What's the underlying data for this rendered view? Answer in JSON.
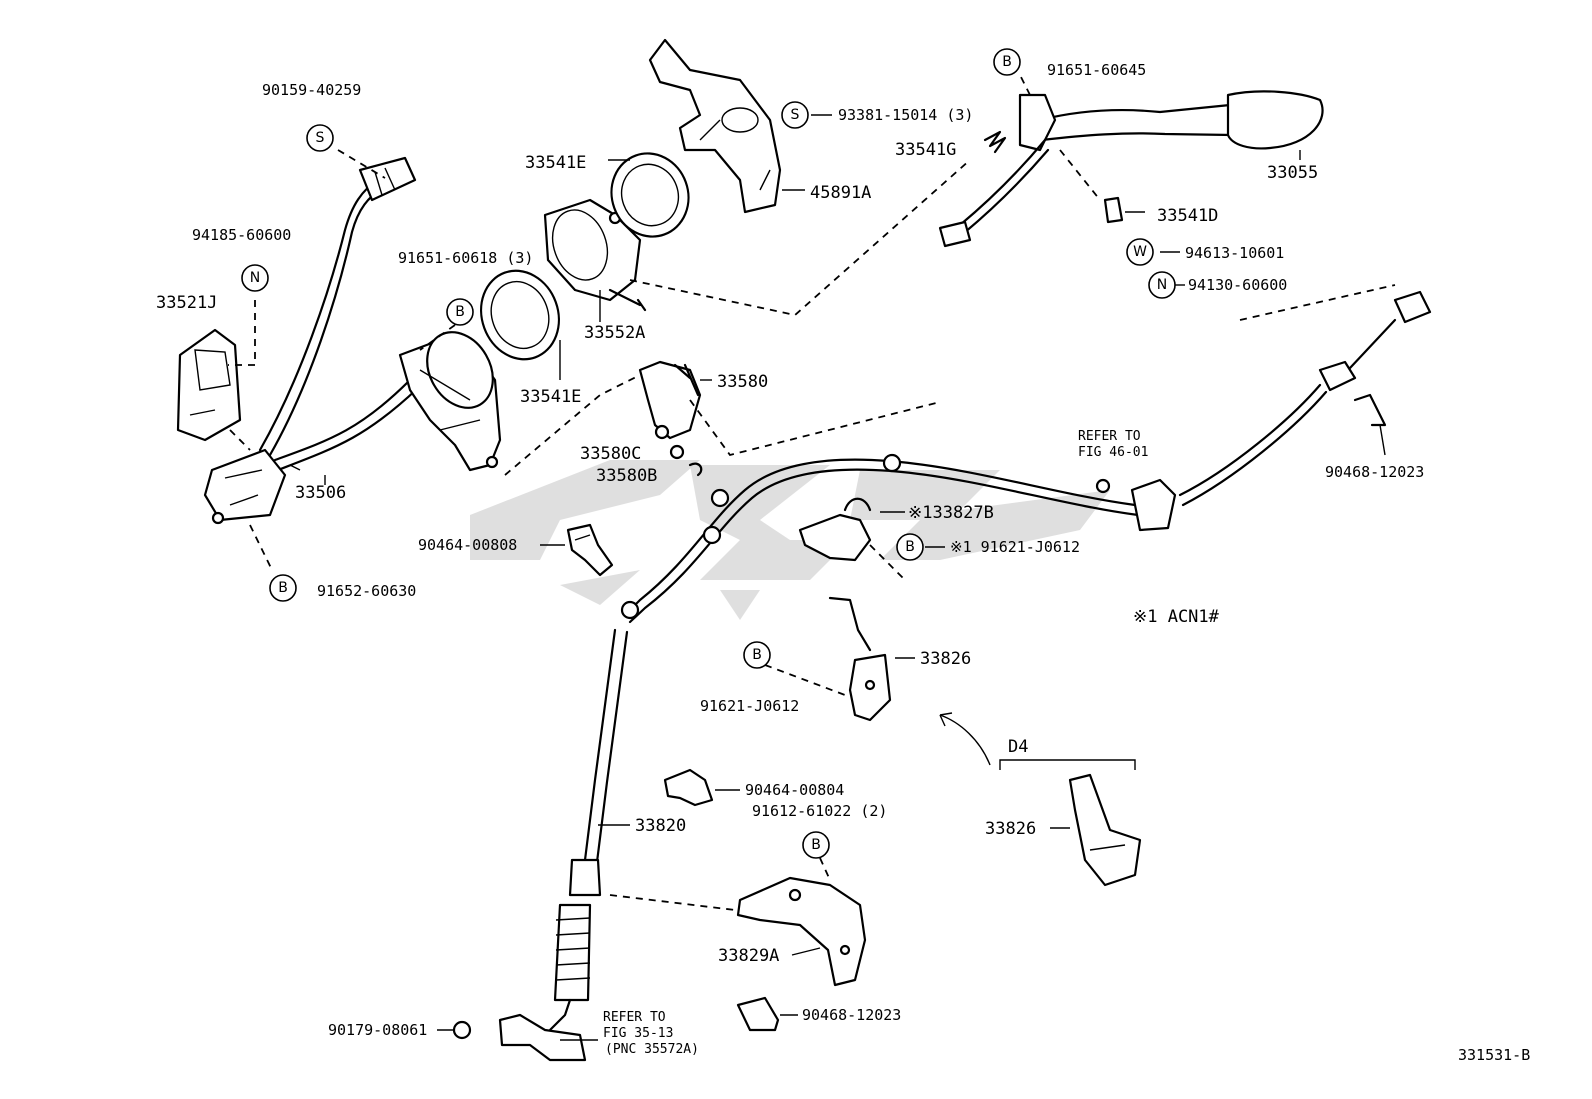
{
  "labels": {
    "p90159": "90159-40259",
    "p94185": "94185-60600",
    "p33521J": "33521J",
    "p91651_618": "91651-60618 (3)",
    "p33506": "33506",
    "p91652": "91652-60630",
    "p33541E_top": "33541E",
    "p33541E_bot": "33541E",
    "p33552A": "33552A",
    "p93381": "93381-15014 (3)",
    "p45891A": "45891A",
    "p33580": "33580",
    "p33580C": "33580C",
    "p33580B": "33580B",
    "p90464_808": "90464-00808",
    "p91651_645": "91651-60645",
    "p33541G": "33541G",
    "p33055": "33055",
    "p33541D": "33541D",
    "p94613": "94613-10601",
    "p94130": "94130-60600",
    "refer46_a": "REFER TO",
    "refer46_b": "FIG 46-01",
    "p90468_top": "90468-12023",
    "p33827B": "※133827B",
    "p91621_a": "※1 91621-J0612",
    "note_acn": "※1 ACN1#",
    "p33826_a": "33826",
    "p91621_b": "91621-J0612",
    "d4": "D4",
    "p90464_804": "90464-00804",
    "p91612": "91612-61022 (2)",
    "p33820": "33820",
    "p33826_b": "33826",
    "p33829A": "33829A",
    "p90179": "90179-08061",
    "refer35_a": "REFER TO",
    "refer35_b": "FIG 35-13",
    "refer35_c": "(PNC 35572A)",
    "p90468_bot": "90468-12023",
    "fig_code": "331531-B"
  },
  "symbols": {
    "s_bolt": "S",
    "n_nut": "N",
    "b_bolt": "B",
    "w_washer": "W"
  }
}
